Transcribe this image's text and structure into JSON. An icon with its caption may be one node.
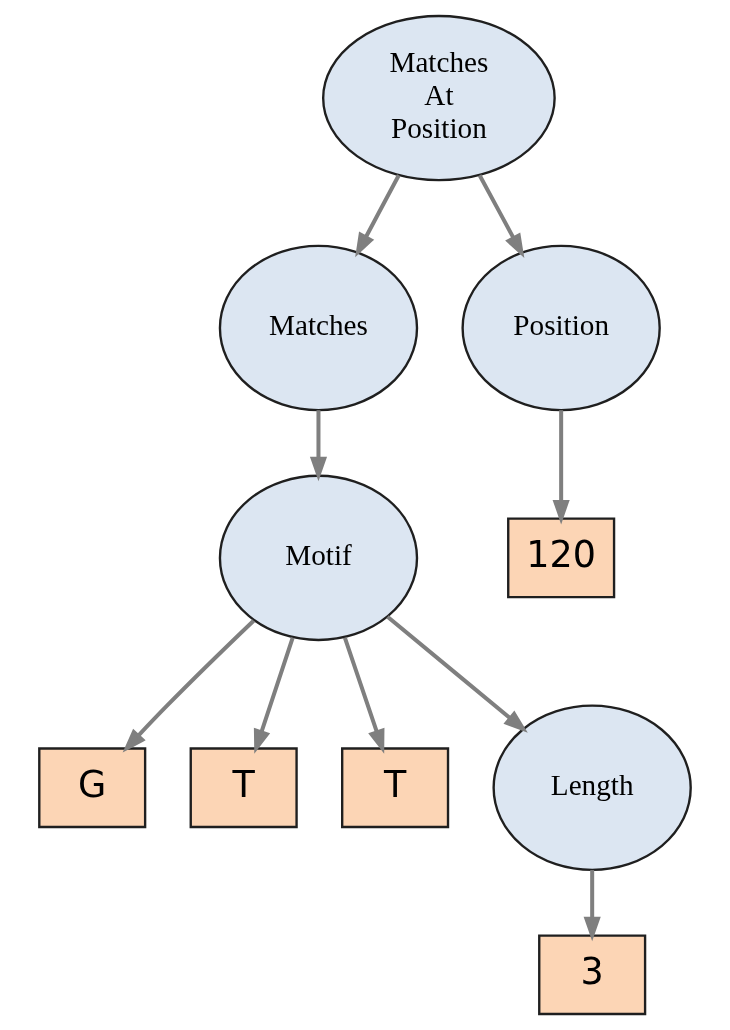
{
  "diagram": {
    "nodes": [
      {
        "text": [
          "Matches At Position"
        ]
      },
      {
        "text": [
          "Matches"
        ]
      },
      {
        "text": [
          "Position"
        ]
      },
      {
        "text": [
          "120"
        ]
      },
      {
        "text": [
          "Motif"
        ]
      },
      {
        "text": [
          "G"
        ]
      },
      {
        "text": [
          "T"
        ]
      },
      {
        "text": [
          "T"
        ]
      },
      {
        "text": [
          "Length"
        ]
      },
      {
        "text": [
          "3"
        ]
      }
    ],
    "edges": [
      {
        "from": 0,
        "to": 1,
        "arrow": "to"
      },
      {
        "from": 0,
        "to": 2,
        "arrow": "to"
      },
      {
        "from": 2,
        "to": 3,
        "arrow": "to"
      },
      {
        "from": 1,
        "to": 4,
        "arrow": "to"
      },
      {
        "from": 4,
        "to": 5,
        "arrow": "to"
      },
      {
        "from": 4,
        "to": 6,
        "arrow": "to"
      },
      {
        "from": 4,
        "to": 7,
        "arrow": "to"
      },
      {
        "from": 4,
        "to": 8,
        "arrow": "to"
      },
      {
        "from": 8,
        "to": 9,
        "arrow": "to"
      }
    ]
  }
}
